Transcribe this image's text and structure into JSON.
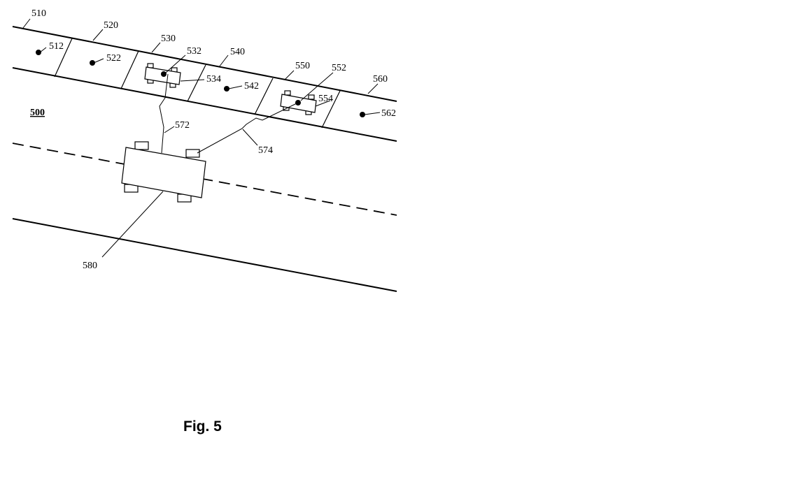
{
  "figure": {
    "label": "500",
    "caption": "Fig. 5"
  },
  "refs": {
    "r510": "510",
    "r512": "512",
    "r520": "520",
    "r522": "522",
    "r530": "530",
    "r532": "532",
    "r534": "534",
    "r540": "540",
    "r542": "542",
    "r550": "550",
    "r552": "552",
    "r554": "554",
    "r560": "560",
    "r562": "562",
    "r572": "572",
    "r574": "574",
    "r580": "580"
  }
}
